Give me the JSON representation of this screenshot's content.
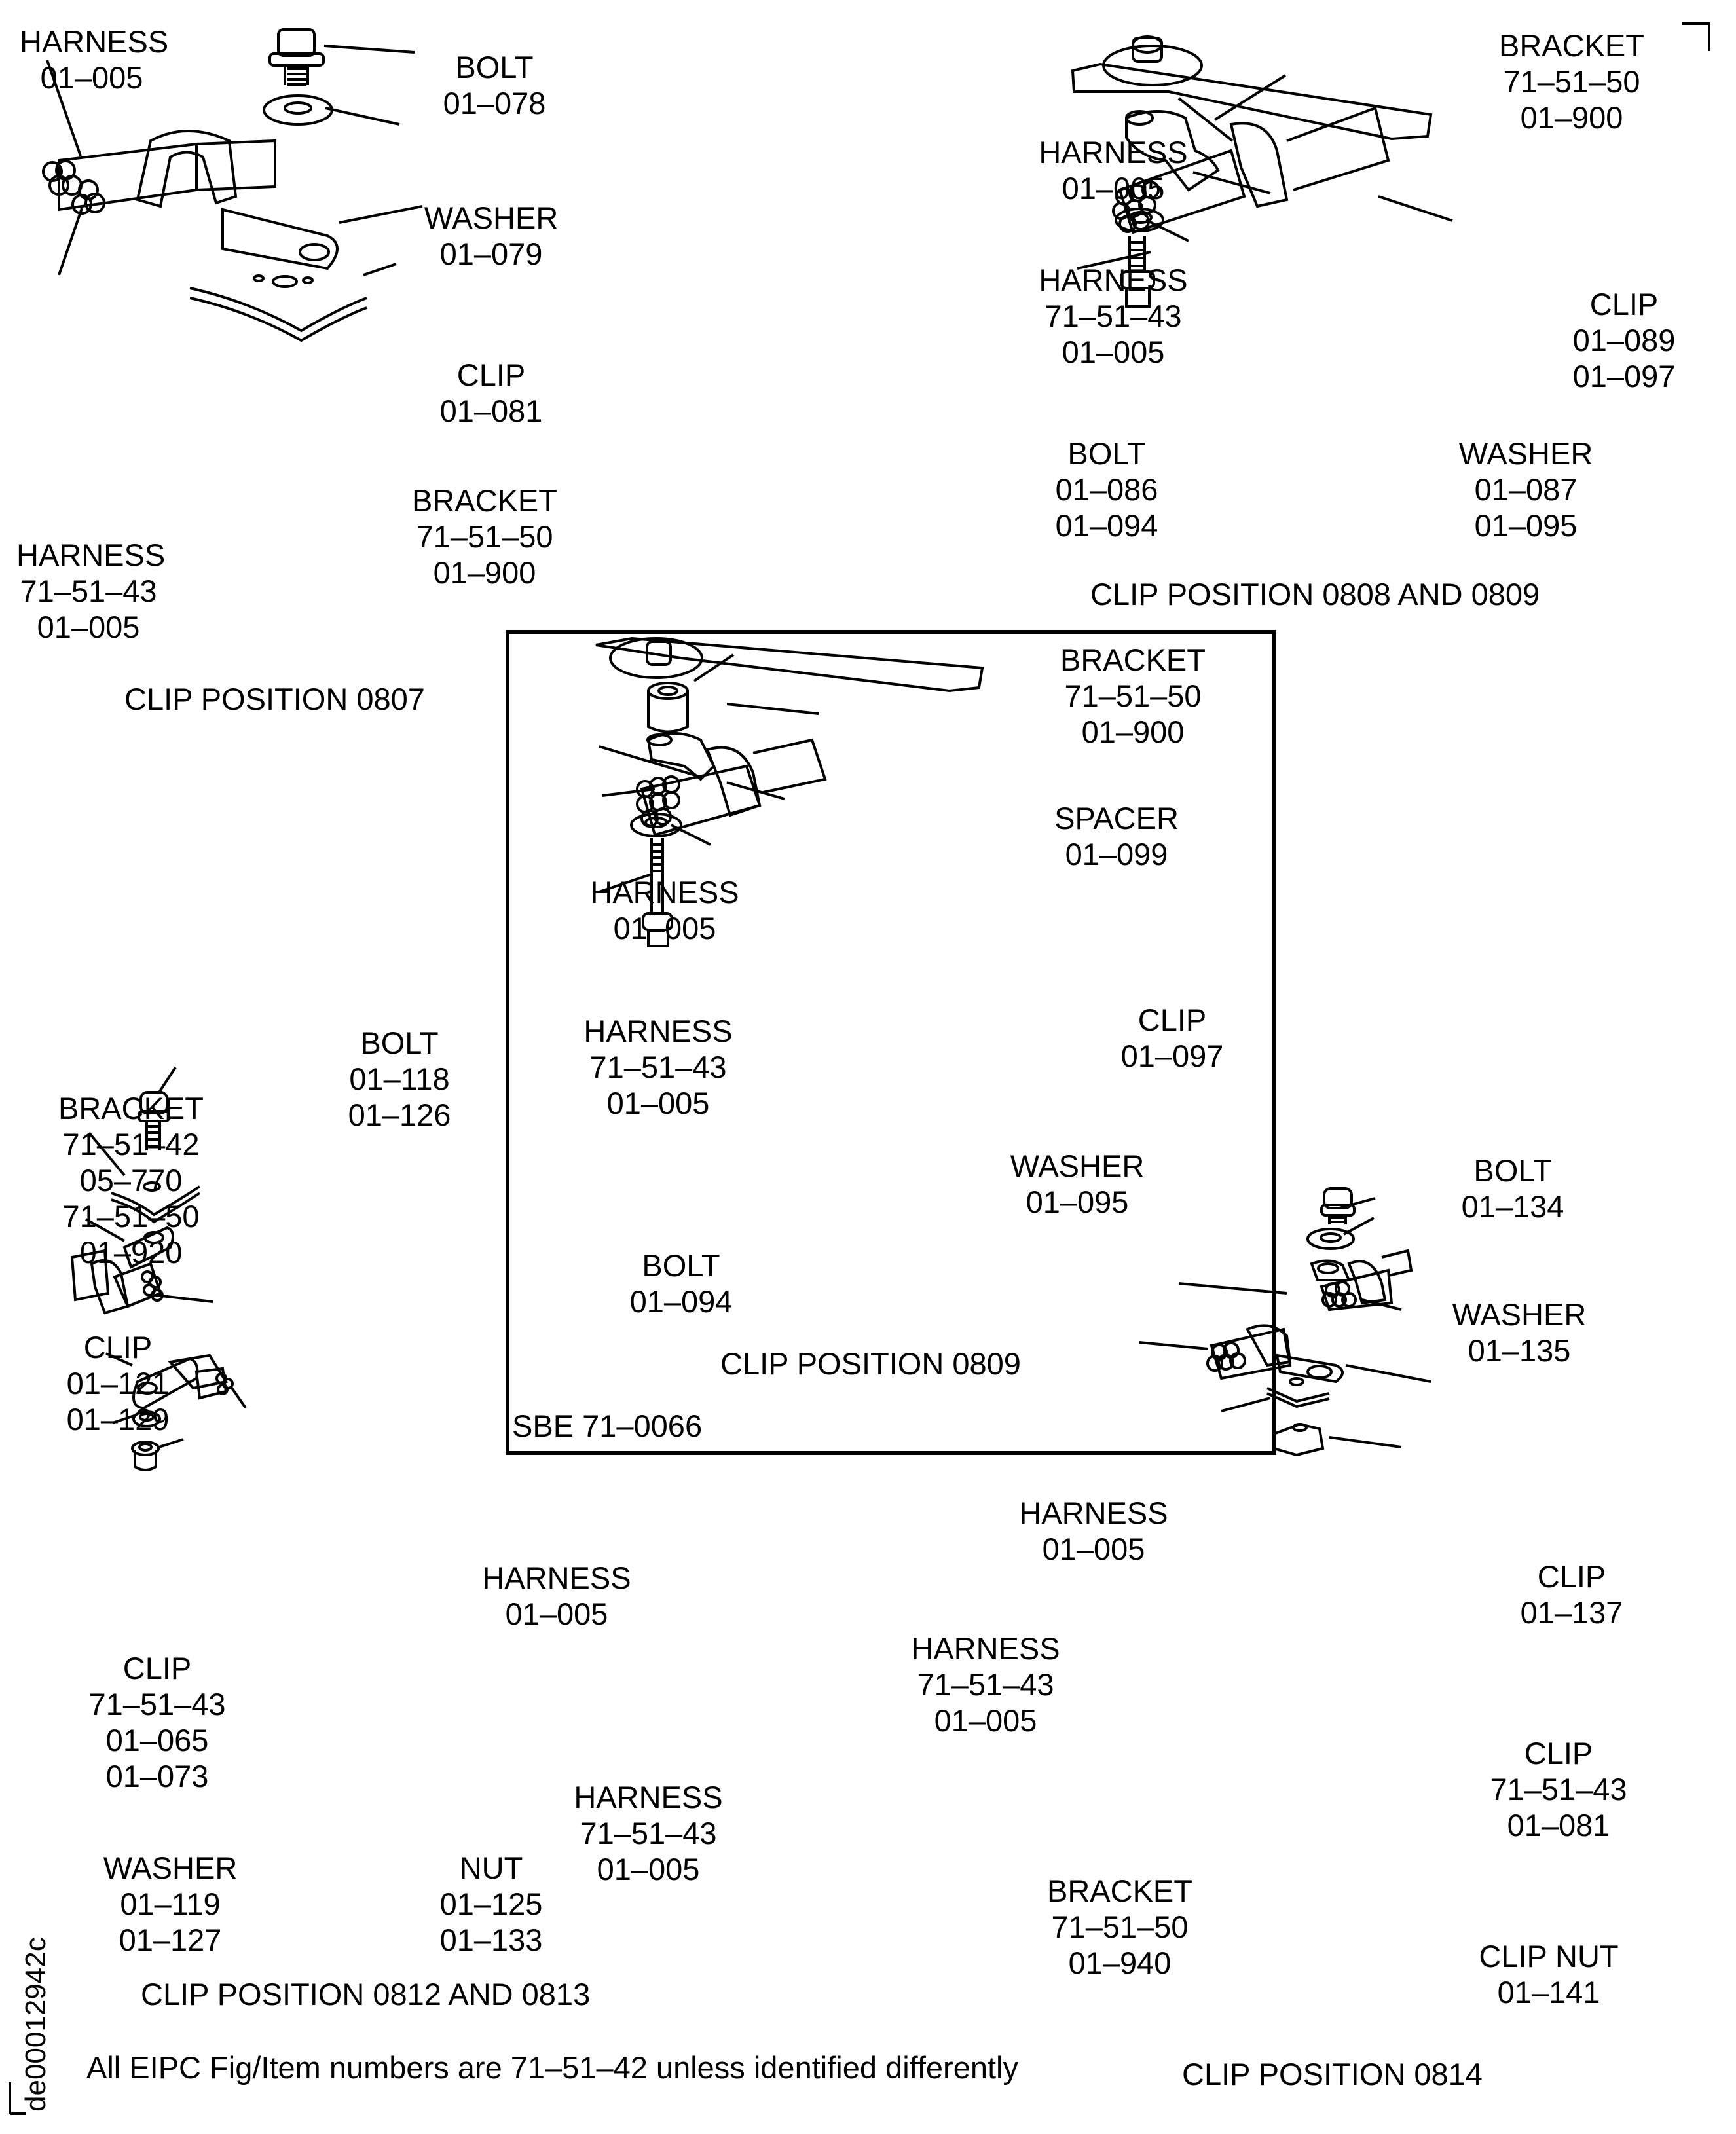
{
  "figure_note": "All EIPC Fig/Item numbers are 71-51-42 unless identified differently",
  "drawing_id": "de00012942c",
  "panels": [
    {
      "caption": "CLIP POSITION 0807",
      "labels": [
        {
          "name": "HARNESS",
          "lines": [
            "01-005"
          ]
        },
        {
          "name": "BOLT",
          "lines": [
            "01-078"
          ]
        },
        {
          "name": "WASHER",
          "lines": [
            "01-079"
          ]
        },
        {
          "name": "CLIP",
          "lines": [
            "01-081"
          ]
        },
        {
          "name": "BRACKET",
          "lines": [
            "71-51-50",
            "01-900"
          ]
        },
        {
          "name": "HARNESS",
          "lines": [
            "71-51-43",
            "01-005"
          ]
        }
      ]
    },
    {
      "caption": "CLIP POSITION 0808 AND 0809",
      "labels": [
        {
          "name": "BRACKET",
          "lines": [
            "71-51-50",
            "01-900"
          ]
        },
        {
          "name": "HARNESS",
          "lines": [
            "01-005"
          ]
        },
        {
          "name": "HARNESS",
          "lines": [
            "71-51-43",
            "01-005"
          ]
        },
        {
          "name": "CLIP",
          "lines": [
            "01-089",
            "01-097"
          ]
        },
        {
          "name": "BOLT",
          "lines": [
            "01-086",
            "01-094"
          ]
        },
        {
          "name": "WASHER",
          "lines": [
            "01-087",
            "01-095"
          ]
        }
      ]
    },
    {
      "caption": "CLIP POSITION 0809",
      "reference": "SBE 71-0066",
      "labels": [
        {
          "name": "BRACKET",
          "lines": [
            "71-51-50",
            "01-900"
          ]
        },
        {
          "name": "SPACER",
          "lines": [
            "01-099"
          ]
        },
        {
          "name": "HARNESS",
          "lines": [
            "01-005"
          ]
        },
        {
          "name": "HARNESS",
          "lines": [
            "71-51-43",
            "01-005"
          ]
        },
        {
          "name": "CLIP",
          "lines": [
            "01-097"
          ]
        },
        {
          "name": "WASHER",
          "lines": [
            "01-095"
          ]
        },
        {
          "name": "BOLT",
          "lines": [
            "01-094"
          ]
        }
      ]
    },
    {
      "caption": "CLIP POSITION 0812 AND 0813",
      "labels": [
        {
          "name": "BOLT",
          "lines": [
            "01-118",
            "01-126"
          ]
        },
        {
          "name": "BRACKET",
          "lines": [
            "71-51-42",
            "05-770",
            "71-51-50",
            "01-920"
          ]
        },
        {
          "name": "CLIP",
          "lines": [
            "01-121",
            "01-129"
          ]
        },
        {
          "name": "HARNESS",
          "lines": [
            "01-005"
          ]
        },
        {
          "name": "CLIP",
          "lines": [
            "71-51-43",
            "01-065",
            "01-073"
          ]
        },
        {
          "name": "HARNESS",
          "lines": [
            "71-51-43",
            "01-005"
          ]
        },
        {
          "name": "WASHER",
          "lines": [
            "01-119",
            "01-127"
          ]
        },
        {
          "name": "NUT",
          "lines": [
            "01-125",
            "01-133"
          ]
        }
      ]
    },
    {
      "caption": "CLIP POSITION 0814",
      "labels": [
        {
          "name": "BOLT",
          "lines": [
            "01-134"
          ]
        },
        {
          "name": "WASHER",
          "lines": [
            "01-135"
          ]
        },
        {
          "name": "HARNESS",
          "lines": [
            "01-005"
          ]
        },
        {
          "name": "CLIP",
          "lines": [
            "01-137"
          ]
        },
        {
          "name": "HARNESS",
          "lines": [
            "71-51-43",
            "01-005"
          ]
        },
        {
          "name": "CLIP",
          "lines": [
            "71-51-43",
            "01-081"
          ]
        },
        {
          "name": "BRACKET",
          "lines": [
            "71-51-50",
            "01-940"
          ]
        },
        {
          "name": "CLIP NUT",
          "lines": [
            "01-141"
          ]
        }
      ]
    }
  ]
}
